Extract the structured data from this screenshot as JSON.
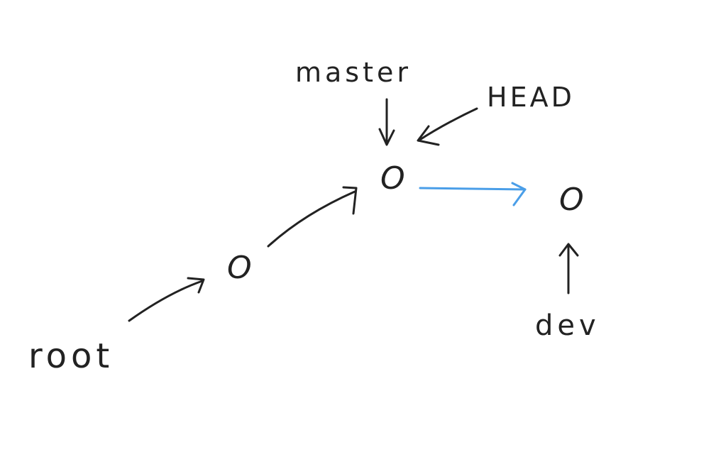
{
  "diagram": {
    "labels": {
      "root": "root",
      "master": "master",
      "head": "HEAD",
      "dev": "dev"
    },
    "commits": [
      "O",
      "O",
      "O"
    ],
    "colors": {
      "ink": "#222222",
      "new_edge": "#4a9ee8",
      "background": "#ffffff"
    }
  }
}
